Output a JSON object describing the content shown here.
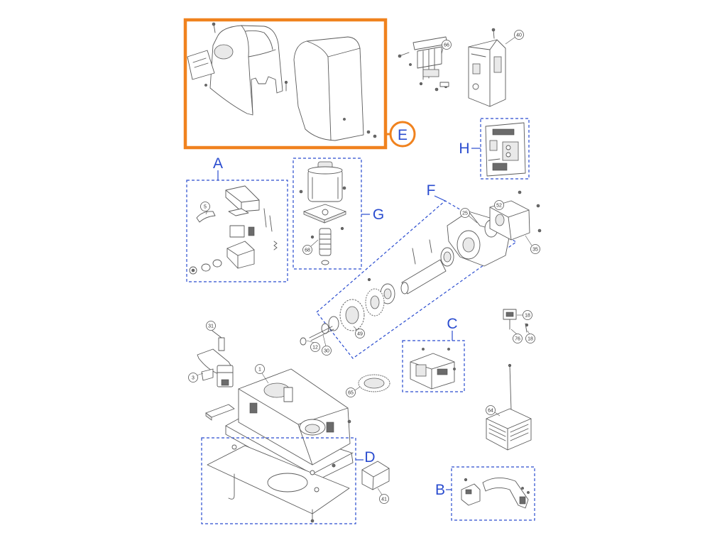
{
  "groups": [
    {
      "letter": "E",
      "highlighted": true
    },
    {
      "letter": "H"
    },
    {
      "letter": "A"
    },
    {
      "letter": "G"
    },
    {
      "letter": "F"
    },
    {
      "letter": "C"
    },
    {
      "letter": "D"
    },
    {
      "letter": "B"
    }
  ],
  "callouts": [
    {
      "number": "66"
    },
    {
      "number": "40"
    },
    {
      "number": "5"
    },
    {
      "number": "52"
    },
    {
      "number": "25"
    },
    {
      "number": "35"
    },
    {
      "number": "68"
    },
    {
      "number": "49"
    },
    {
      "number": "12"
    },
    {
      "number": "30"
    },
    {
      "number": "31"
    },
    {
      "number": "3"
    },
    {
      "number": "1"
    },
    {
      "number": "65"
    },
    {
      "number": "18"
    },
    {
      "number": "76"
    },
    {
      "number": "18"
    },
    {
      "number": "64"
    },
    {
      "number": "41"
    }
  ],
  "colors": {
    "highlight": "#f0821e",
    "group_box": "#2a4ccf",
    "line_art": "#5a5a5a"
  }
}
